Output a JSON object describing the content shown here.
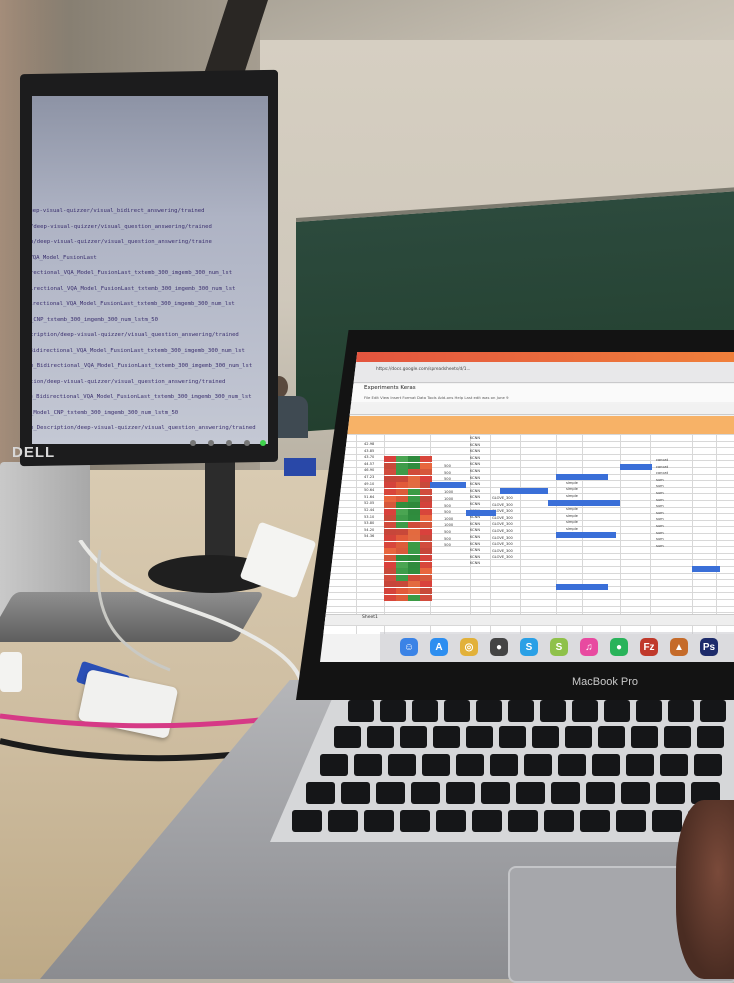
{
  "scene": {
    "description_colors": {
      "desk": "#cdbc9f",
      "chalkboard": "#23402f",
      "wall": "#d3ccbf"
    }
  },
  "monitor": {
    "brand": "DELL",
    "terminal_lines": [
      "deep-visual-quizzer/visual_bidirect_answering/trained",
      "/deep-visual-quizzer/visual_question_answering/trained",
      "n/deep-visual-quizzer/visual_question_answering/traine",
      "_VQA_Model_FusionLast",
      "rectional_VQA_Model_FusionLast_txtemb_300_imgemb_300_num_lst",
      "irectional_VQA_Model_FusionLast_txtemb_300_imgemb_300_num_lst",
      "directional_VQA_Model_FusionLast_txtemb_300_imgemb_300_num_lst",
      "_CNP_txtemb_300_imgemb_300_num_lstm_50",
      "cription/deep-visual-quizzer/visual_question_answering/trained",
      "_Bidirectional_VQA_Model_FusionLast_txtemb_300_imgemb_300_num_lst",
      "e_Bidirectional_VQA_Model_FusionLast_txtemb_300_imgemb_300_num_lst",
      "tion/deep-visual-quizzer/visual_question_answering/trained",
      "se_Bidirectional_VQA_Model_FusionLast_txtemb_300_imgemb_300_num_lst",
      "_Model_CNP_txtemb_300_imgemb_300_num_lstm_50",
      "e_Description/deep-visual-quizzer/visual_question_answering/trained"
    ]
  },
  "laptop": {
    "model_label": "MacBook Pro",
    "browser": {
      "url": "https://docs.google.com/spreadsheets/d/1..."
    },
    "sheet": {
      "title": "Experiments Keras",
      "menu": "File  Edit  View  Insert  Format  Data  Tools  Add-ons  Help  Last edit was on June 9",
      "tab_name": "Sheet1",
      "col_values": [
        "KCNN",
        "KCNN",
        "KCNN",
        "KCNN",
        "KCNN",
        "KCNN",
        "KCNN",
        "KCNN",
        "KCNN",
        "KCNN",
        "KCNN",
        "KCNN",
        "KCNN",
        "KCNN",
        "KCNN",
        "KCNN",
        "KCNN",
        "KCNN",
        "KCNN",
        "KCNN"
      ],
      "col_embed": [
        "GLOVE_300",
        "GLOVE_300",
        "GLOVE_300",
        "GLOVE_300",
        "GLOVE_300",
        "GLOVE_300",
        "GLOVE_300",
        "GLOVE_300",
        "GLOVE_300",
        "GLOVE_300"
      ],
      "col_sizes": [
        "500",
        "500",
        "500",
        "1000",
        "1000",
        "1000",
        "500",
        "500",
        "1000",
        "1000",
        "500",
        "500",
        "500"
      ],
      "col_method": [
        "simple",
        "simple",
        "simple",
        "simple",
        "simple",
        "simple",
        "simple",
        "simple",
        "simple",
        "simple"
      ],
      "right_col": [
        "concat",
        "concat",
        "concat",
        "sum",
        "sum",
        "sum",
        "sum",
        "sum",
        "sum",
        "sum",
        "sum",
        "sum",
        "sum",
        "sum"
      ],
      "left_values": [
        "42.98",
        "43.85",
        "43.70",
        "44.57",
        "46.90",
        "47.23",
        "49.10",
        "50.64",
        "51.64",
        "52.05",
        "52.44",
        "53.10",
        "53.80",
        "54.20",
        "54.36"
      ]
    },
    "dock_icons": [
      "finder-icon",
      "app-store-icon",
      "chrome-icon",
      "github-icon",
      "skype-icon",
      "slack-icon",
      "itunes-icon",
      "spotify-icon",
      "filezilla-icon",
      "matlab-icon",
      "ps-icon"
    ]
  }
}
